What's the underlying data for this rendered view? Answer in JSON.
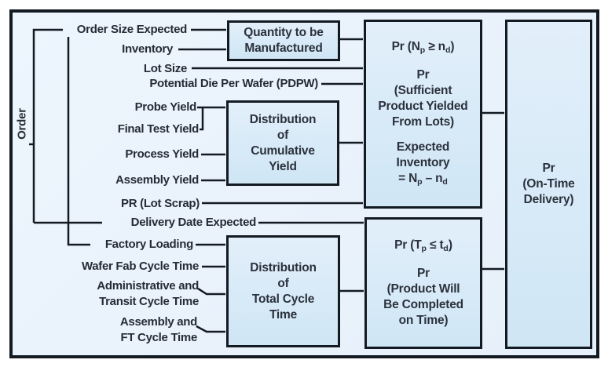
{
  "palette": {
    "panel_background": "#e9f2fb",
    "box_fill": "#d6e9f7",
    "border": "#141a22",
    "text": "#2b313c"
  },
  "order_group_label": "Order",
  "inputs": {
    "order_size": "Order Size Expected",
    "inventory": "Inventory",
    "lot_size": "Lot Size",
    "pdpw": "Potential Die Per Wafer (PDPW)",
    "probe_yield": "Probe Yield",
    "final_test_yield": "Final Test Yield",
    "process_yield": "Process Yield",
    "assembly_yield": "Assembly Yield",
    "pr_lot_scrap": "PR (Lot Scrap)",
    "delivery_date": "Delivery Date Expected",
    "factory_loading": "Factory Loading",
    "wafer_fab_ct": "Wafer Fab Cycle Time",
    "admin_transit_ct": "Administrative and\nTransit Cycle Time",
    "assembly_ft_ct": "Assembly and\nFT Cycle Time"
  },
  "boxes": {
    "quantity": "Quantity to be\nManufactured",
    "cumulative_yield": "Distribution\nof\nCumulative\nYield",
    "total_cycle": "Distribution\nof\nTotal Cycle\nTime",
    "prob_inventory": {
      "eq_pre": "Pr (N",
      "eq_sub1": "p",
      "eq_mid": " ≥ n",
      "eq_sub2": "d",
      "eq_post": ")",
      "body": "Pr\n(Sufficient\nProduct Yielded\nFrom Lots)",
      "expected": "Expected\nInventory",
      "inv_pre": "= N",
      "inv_sub1": "p",
      "inv_mid": " – n",
      "inv_sub2": "d"
    },
    "prob_time": {
      "eq_pre": "Pr (T",
      "eq_sub1": "p",
      "eq_mid": " ≤ t",
      "eq_sub2": "d",
      "eq_post": ")",
      "body": "Pr\n(Product Will\nBe Completed\non Time)"
    },
    "on_time_delivery": "Pr\n(On-Time\nDelivery)"
  }
}
